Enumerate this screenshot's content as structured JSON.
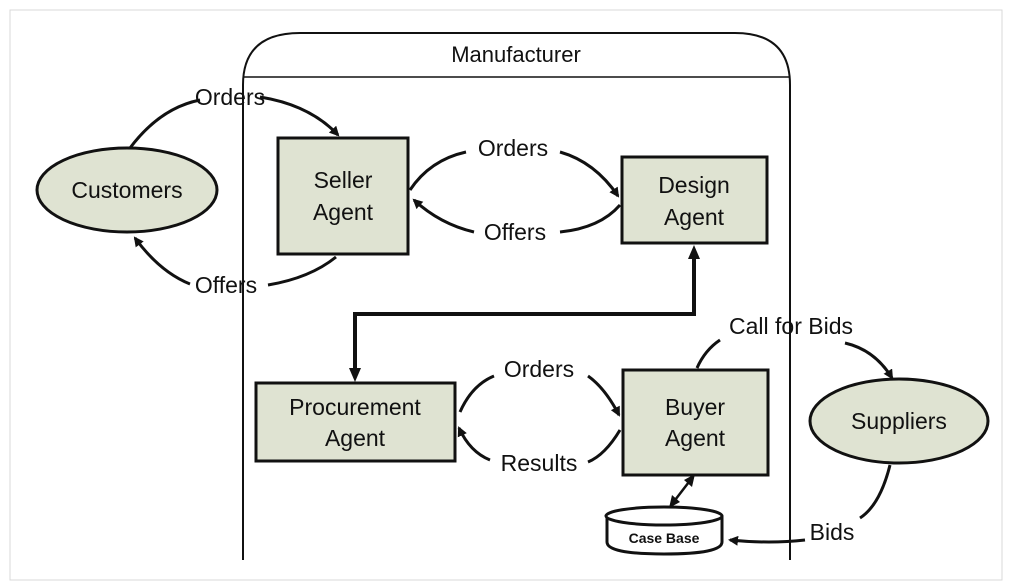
{
  "colors": {
    "node_fill": "#dfe3d2",
    "stroke": "#111111",
    "background": "#ffffff",
    "frame_border": "#d9d9d9"
  },
  "container": {
    "title": "Manufacturer"
  },
  "nodes": {
    "customers": "Customers",
    "suppliers": "Suppliers",
    "seller_agent": [
      "Seller",
      "Agent"
    ],
    "design_agent": [
      "Design",
      "Agent"
    ],
    "procurement_agent": [
      "Procurement",
      "Agent"
    ],
    "buyer_agent": [
      "Buyer",
      "Agent"
    ],
    "case_base": "Case Base"
  },
  "edges": {
    "customers_to_seller": "Orders",
    "seller_to_customers": "Offers",
    "seller_to_design": "Orders",
    "design_to_seller": "Offers",
    "procurement_to_buyer": "Orders",
    "buyer_to_procurement": "Results",
    "buyer_to_suppliers": "Call for Bids",
    "suppliers_to_casebase": "Bids"
  }
}
